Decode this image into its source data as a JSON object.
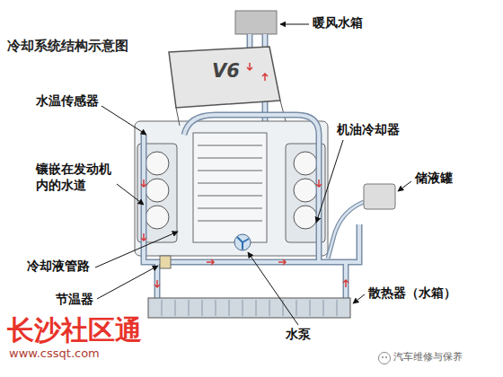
{
  "diagram": {
    "title": "冷却系统结构示意图",
    "labels": [
      "暖风水箱",
      "水温传感器",
      "镶嵌在发动机内的水道",
      "机油冷却器",
      "储液罐",
      "冷却液管路",
      "散热器（水箱）",
      "节温器",
      "水泵",
      "V6",
      "长沙社区通",
      "www.cssqt.com",
      "汽车维修与保养"
    ]
  }
}
